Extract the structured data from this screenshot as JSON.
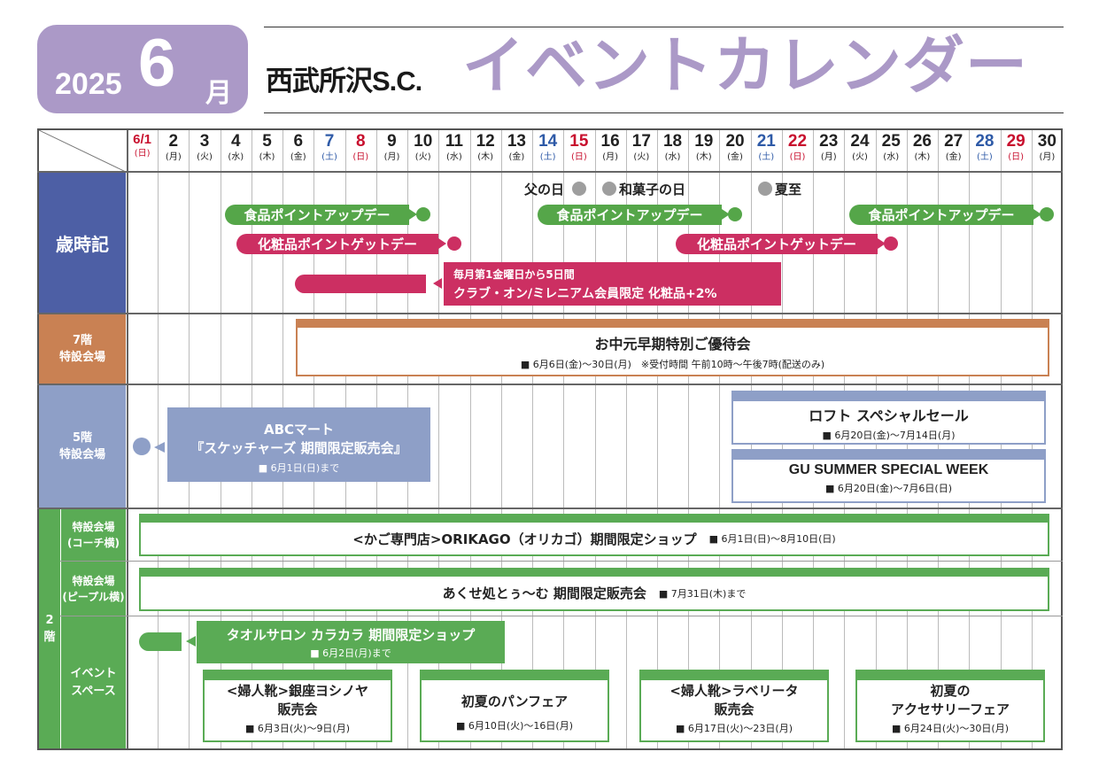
{
  "header": {
    "year": "2025",
    "month": "6",
    "month_label": "月",
    "store": "西武所沢S.C.",
    "title": "イベントカレンダー"
  },
  "days": [
    {
      "num": "6/1",
      "wd": "(日)",
      "color": "red"
    },
    {
      "num": "2",
      "wd": "(月)",
      "color": "black"
    },
    {
      "num": "3",
      "wd": "(火)",
      "color": "black"
    },
    {
      "num": "4",
      "wd": "(水)",
      "color": "black"
    },
    {
      "num": "5",
      "wd": "(木)",
      "color": "black"
    },
    {
      "num": "6",
      "wd": "(金)",
      "color": "black"
    },
    {
      "num": "7",
      "wd": "(土)",
      "color": "blue"
    },
    {
      "num": "8",
      "wd": "(日)",
      "color": "red"
    },
    {
      "num": "9",
      "wd": "(月)",
      "color": "black"
    },
    {
      "num": "10",
      "wd": "(火)",
      "color": "black"
    },
    {
      "num": "11",
      "wd": "(水)",
      "color": "black"
    },
    {
      "num": "12",
      "wd": "(木)",
      "color": "black"
    },
    {
      "num": "13",
      "wd": "(金)",
      "color": "black"
    },
    {
      "num": "14",
      "wd": "(土)",
      "color": "blue"
    },
    {
      "num": "15",
      "wd": "(日)",
      "color": "red"
    },
    {
      "num": "16",
      "wd": "(月)",
      "color": "black"
    },
    {
      "num": "17",
      "wd": "(火)",
      "color": "black"
    },
    {
      "num": "18",
      "wd": "(水)",
      "color": "black"
    },
    {
      "num": "19",
      "wd": "(木)",
      "color": "black"
    },
    {
      "num": "20",
      "wd": "(金)",
      "color": "black"
    },
    {
      "num": "21",
      "wd": "(土)",
      "color": "blue"
    },
    {
      "num": "22",
      "wd": "(日)",
      "color": "red"
    },
    {
      "num": "23",
      "wd": "(月)",
      "color": "black"
    },
    {
      "num": "24",
      "wd": "(火)",
      "color": "black"
    },
    {
      "num": "25",
      "wd": "(水)",
      "color": "black"
    },
    {
      "num": "26",
      "wd": "(木)",
      "color": "black"
    },
    {
      "num": "27",
      "wd": "(金)",
      "color": "black"
    },
    {
      "num": "28",
      "wd": "(土)",
      "color": "blue"
    },
    {
      "num": "29",
      "wd": "(日)",
      "color": "red"
    },
    {
      "num": "30",
      "wd": "(月)",
      "color": "black"
    }
  ],
  "rows": {
    "seasonal": "歳時記",
    "f7": "7階\n特設会場",
    "f5": "5階\n特設会場",
    "f2": "2\n階",
    "f2_coach": "特設会場\n(コーチ横)",
    "f2_people": "特設会場\n(ピープル横)",
    "f2_event": "イベント\nスペース"
  },
  "seasonal": {
    "fathers_day": "父の日",
    "wagashi_day": "和菓子の日",
    "geshi": "夏至",
    "food_point": "食品ポイントアップデー",
    "cosme_point": "化粧品ポイントゲットデー",
    "club_line1": "毎月第1金曜日から5日間",
    "club_line2": "クラブ・オン/ミレニアム会員限定 化粧品+2%"
  },
  "events": {
    "ochugen_title": "お中元早期特別ご優待会",
    "ochugen_sub": "■ 6月6日(金)～30日(月)　※受付時間 午前10時～午後7時(配送のみ)",
    "abc_line1": "ABCマート",
    "abc_line2": "『スケッチャーズ 期間限定販売会』",
    "abc_sub": "■ 6月1日(日)まで",
    "loft_title": "ロフト スペシャルセール",
    "loft_sub": "■ 6月20日(金)～7月14日(月)",
    "gu_title": "GU SUMMER SPECIAL WEEK",
    "gu_sub": "■ 6月20日(金)～7月6日(日)",
    "orikago_title": "<かご専門店>ORIKAGO（オリカゴ）期間限定ショップ",
    "orikago_sub": "■ 6月1日(日)～8月10日(日)",
    "akuse_title": "あくせ処とぅ～む 期間限定販売会",
    "akuse_sub": "■ 7月31日(木)まで",
    "towel_title": "タオルサロン カラカラ 期間限定ショップ",
    "towel_sub": "■ 6月2日(月)まで",
    "yoshinoya_line1": "<婦人靴>銀座ヨシノヤ",
    "yoshinoya_line2": "販売会",
    "yoshinoya_sub": "■ 6月3日(火)～9日(月)",
    "pan_title": "初夏のパンフェア",
    "pan_sub": "■ 6月10日(火)～16日(月)",
    "laberita_line1": "<婦人靴>ラベリータ",
    "laberita_line2": "販売会",
    "laberita_sub": "■ 6月17日(火)～23日(月)",
    "accessory_line1": "初夏の",
    "accessory_line2": "アクセサリーフェア",
    "accessory_sub": "■ 6月24日(火)～30日(月)"
  },
  "colors": {
    "purple": "#ab99c7",
    "seasonal_row": "#4d5fa5",
    "f7_row": "#c98153",
    "f5_row": "#8e9fc7",
    "f2_row": "#5aab55",
    "green": "#55a649",
    "pink": "#cc2f62",
    "orange_frame": "#c98153",
    "blue_frame": "#8e9fc7",
    "green_frame": "#5aab55"
  }
}
